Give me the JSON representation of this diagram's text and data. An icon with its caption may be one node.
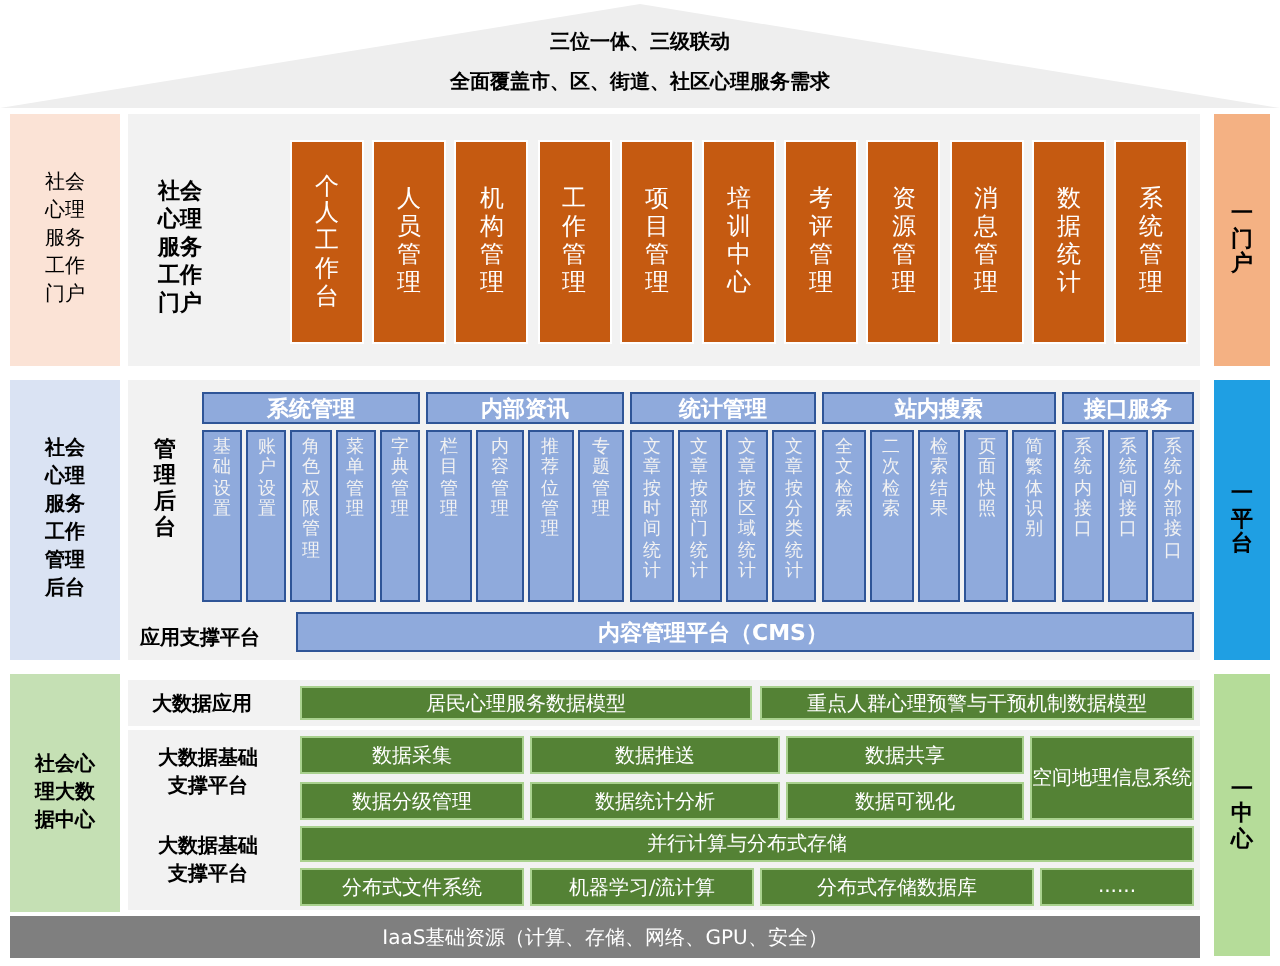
{
  "diagram": {
    "nodes": [
      {
        "text": [
          "三位一体、三级联动",
          "全面覆盖市、区、街道、社区心理服务需求"
        ]
      },
      {
        "text": [
          "社会心理服务工作门户"
        ]
      },
      {
        "text": [
          "社会心理服务工作门户"
        ]
      },
      {
        "text": [
          "个人工作台"
        ],
        "in": 2
      },
      {
        "text": [
          "人员管理"
        ],
        "in": 2
      },
      {
        "text": [
          "机构管理"
        ],
        "in": 2
      },
      {
        "text": [
          "工作管理"
        ],
        "in": 2
      },
      {
        "text": [
          "项目管理"
        ],
        "in": 2
      },
      {
        "text": [
          "培训中心"
        ],
        "in": 2
      },
      {
        "text": [
          "考评管理"
        ],
        "in": 2
      },
      {
        "text": [
          "资源管理"
        ],
        "in": 2
      },
      {
        "text": [
          "消息管理"
        ],
        "in": 2
      },
      {
        "text": [
          "数据统计"
        ],
        "in": 2
      },
      {
        "text": [
          "系统管理"
        ],
        "in": 2
      },
      {
        "text": [
          "一门户"
        ]
      },
      {
        "text": [
          "社会心理服务工作管理后台"
        ]
      },
      {
        "text": [
          "管理后台",
          "应用支撑平台"
        ]
      },
      {
        "text": [
          "系统管理"
        ],
        "in": 16
      },
      {
        "text": [
          "基础设置"
        ],
        "in": 16
      },
      {
        "text": [
          "账户设置"
        ],
        "in": 16
      },
      {
        "text": [
          "角色权限管理"
        ],
        "in": 16
      },
      {
        "text": [
          "菜单管理"
        ],
        "in": 16
      },
      {
        "text": [
          "字典管理"
        ],
        "in": 16
      },
      {
        "text": [
          "内部资讯"
        ],
        "in": 16
      },
      {
        "text": [
          "栏目管理"
        ],
        "in": 16
      },
      {
        "text": [
          "内容管理"
        ],
        "in": 16
      },
      {
        "text": [
          "推荐位管理"
        ],
        "in": 16
      },
      {
        "text": [
          "专题管理"
        ],
        "in": 16
      },
      {
        "text": [
          "统计管理"
        ],
        "in": 16
      },
      {
        "text": [
          "文章按时间统计"
        ],
        "in": 16
      },
      {
        "text": [
          "文章按部门统计"
        ],
        "in": 16
      },
      {
        "text": [
          "文章按区域统计"
        ],
        "in": 16
      },
      {
        "text": [
          "文章按分类统计"
        ],
        "in": 16
      },
      {
        "text": [
          "站内搜索"
        ],
        "in": 16
      },
      {
        "text": [
          "全文检索"
        ],
        "in": 16
      },
      {
        "text": [
          "二次检索"
        ],
        "in": 16
      },
      {
        "text": [
          "检索结果"
        ],
        "in": 16
      },
      {
        "text": [
          "页面快照"
        ],
        "in": 16
      },
      {
        "text": [
          "简繁体识别"
        ],
        "in": 16
      },
      {
        "text": [
          "接口服务"
        ],
        "in": 16
      },
      {
        "text": [
          "系统内接口"
        ],
        "in": 16
      },
      {
        "text": [
          "系统间接口"
        ],
        "in": 16
      },
      {
        "text": [
          "系统外部接口"
        ],
        "in": 16
      },
      {
        "text": [
          "内容管理平台（CMS）"
        ],
        "in": 16
      },
      {
        "text": [
          "一平台"
        ]
      },
      {
        "text": [
          "社会心理大数据中心"
        ]
      },
      {
        "text": [
          "大数据应用"
        ]
      },
      {
        "text": [
          "居民心理服务数据模型"
        ],
        "in": 46
      },
      {
        "text": [
          "重点人群心理预警与干预机制数据模型"
        ],
        "in": 46
      },
      {
        "text": [
          "大数据基础支撑平台",
          "大数据基础支撑平台"
        ]
      },
      {
        "text": [
          "数据采集"
        ],
        "in": 49
      },
      {
        "text": [
          "数据推送"
        ],
        "in": 49
      },
      {
        "text": [
          "数据共享"
        ],
        "in": 49
      },
      {
        "text": [
          "空间地理信息系统"
        ],
        "in": 49
      },
      {
        "text": [
          "数据分级管理"
        ],
        "in": 49
      },
      {
        "text": [
          "数据统计分析"
        ],
        "in": 49
      },
      {
        "text": [
          "数据可视化"
        ],
        "in": 49
      },
      {
        "text": [
          "并行计算与分布式存储"
        ],
        "in": 49
      },
      {
        "text": [
          "分布式文件系统"
        ],
        "in": 49
      },
      {
        "text": [
          "机器学习/流计算"
        ],
        "in": 49
      },
      {
        "text": [
          "分布式存储数据库"
        ],
        "in": 49
      },
      {
        "text": [
          "......"
        ],
        "in": 49
      },
      {
        "text": [
          "IaaS基础资源（计算、存储、网络、GPU、安全）"
        ]
      },
      {
        "text": [
          "一中心"
        ]
      }
    ]
  }
}
